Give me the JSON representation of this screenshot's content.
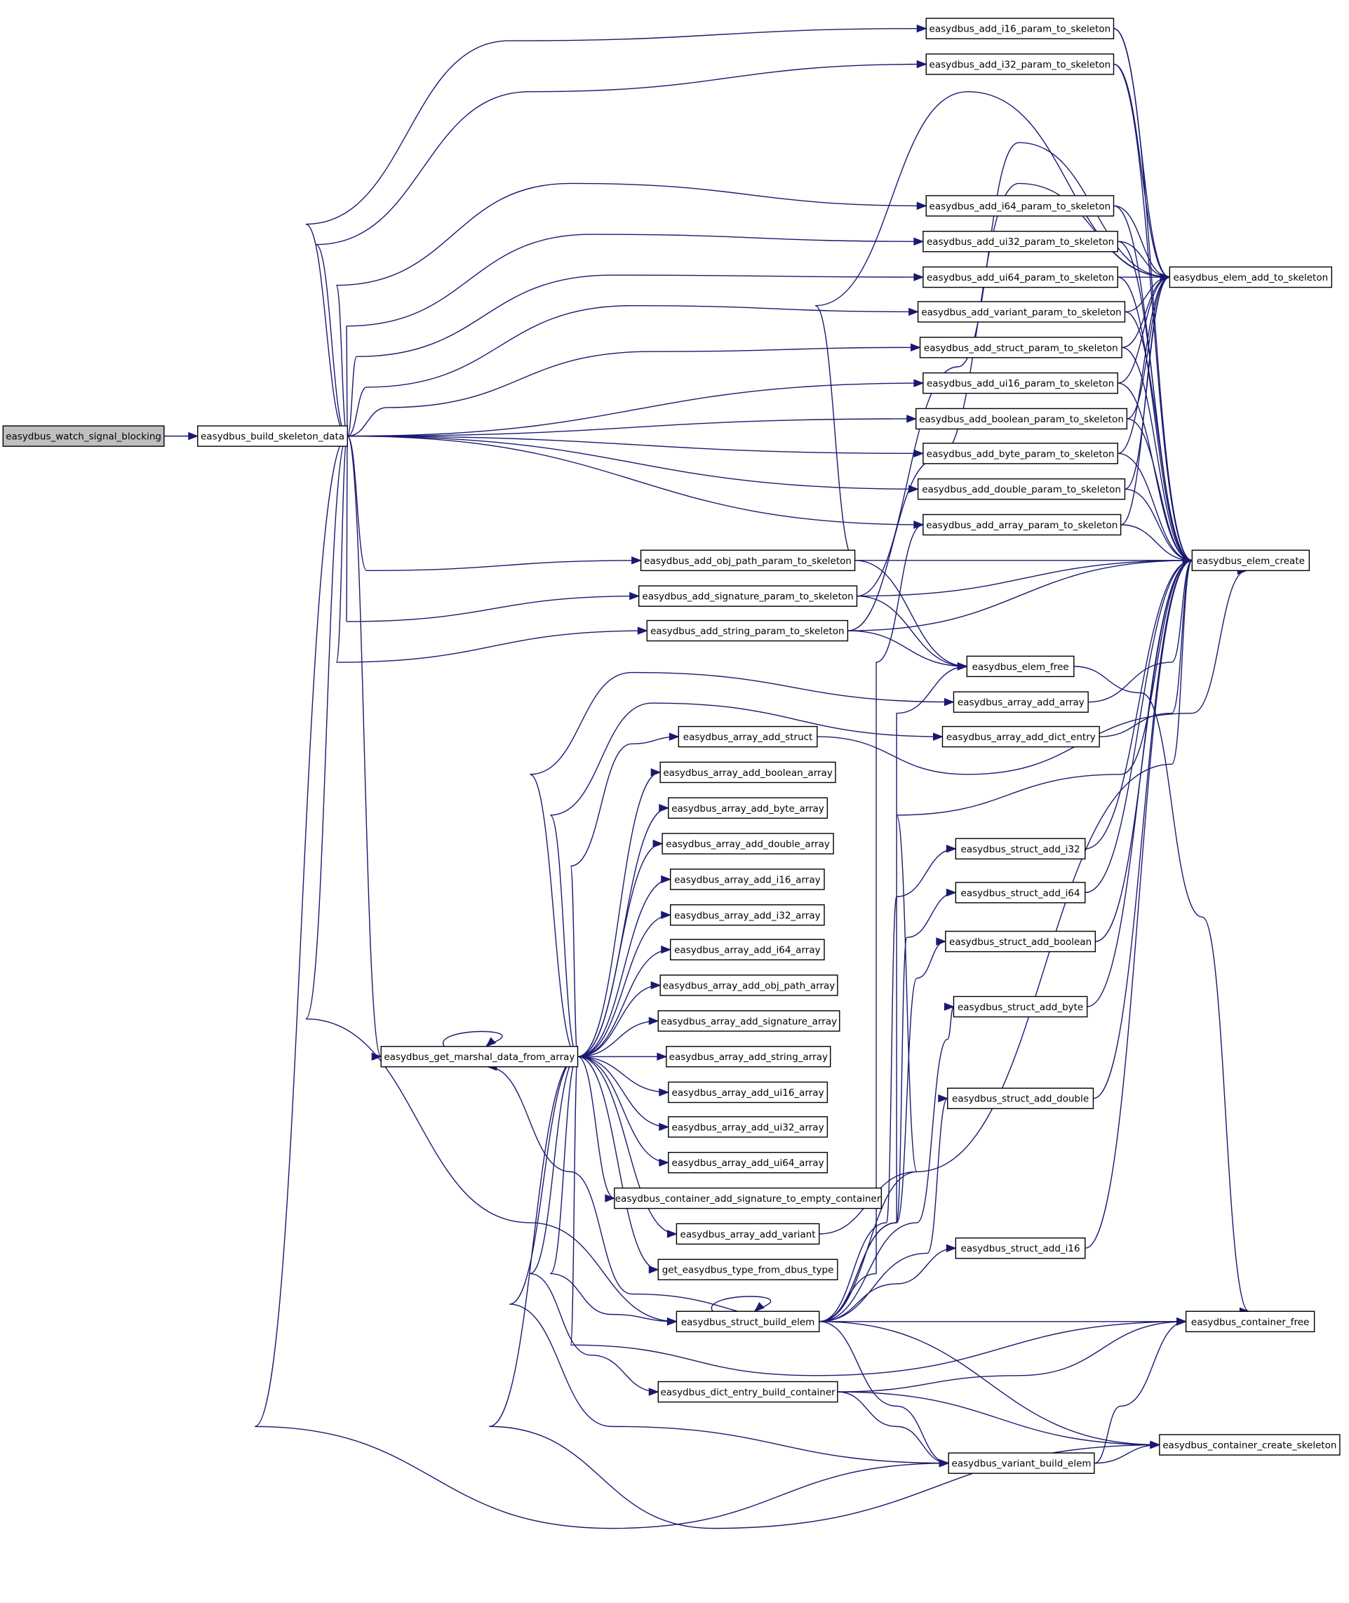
{
  "colors": {
    "edge": "#191970",
    "node_border": "#000000",
    "truncated_node_border": "#ff0000",
    "root_fill": "#bfbfbf",
    "node_fill": "#ffffff"
  },
  "nodes": [
    {
      "id": "root",
      "label": "easydbus_watch_signal_blocking",
      "style": "root"
    },
    {
      "id": "build",
      "label": "easydbus_build_skeleton_data",
      "style": "normal"
    },
    {
      "id": "i16p",
      "label": "easydbus_add_i16_param_to_skeleton",
      "style": "normal"
    },
    {
      "id": "i32p",
      "label": "easydbus_add_i32_param_to_skeleton",
      "style": "normal"
    },
    {
      "id": "i64p",
      "label": "easydbus_add_i64_param_to_skeleton",
      "style": "normal"
    },
    {
      "id": "ui32p",
      "label": "easydbus_add_ui32_param_to_skeleton",
      "style": "normal"
    },
    {
      "id": "ui64p",
      "label": "easydbus_add_ui64_param_to_skeleton",
      "style": "normal"
    },
    {
      "id": "varp",
      "label": "easydbus_add_variant_param_to_skeleton",
      "style": "normal"
    },
    {
      "id": "structp",
      "label": "easydbus_add_struct_param_to_skeleton",
      "style": "normal"
    },
    {
      "id": "ui16p",
      "label": "easydbus_add_ui16_param_to_skeleton",
      "style": "normal"
    },
    {
      "id": "boolp",
      "label": "easydbus_add_boolean_param_to_skeleton",
      "style": "normal"
    },
    {
      "id": "bytep",
      "label": "easydbus_add_byte_param_to_skeleton",
      "style": "normal"
    },
    {
      "id": "doublep",
      "label": "easydbus_add_double_param_to_skeleton",
      "style": "normal"
    },
    {
      "id": "arrayp",
      "label": "easydbus_add_array_param_to_skeleton",
      "style": "normal"
    },
    {
      "id": "objp",
      "label": "easydbus_add_obj_path_param_to_skeleton",
      "style": "normal"
    },
    {
      "id": "sigp",
      "label": "easydbus_add_signature_param_to_skeleton",
      "style": "normal"
    },
    {
      "id": "strp",
      "label": "easydbus_add_string_param_to_skeleton",
      "style": "normal"
    },
    {
      "id": "elemadd",
      "label": "easydbus_elem_add_to_skeleton",
      "style": "normal"
    },
    {
      "id": "elemcreate",
      "label": "easydbus_elem_create",
      "style": "normal"
    },
    {
      "id": "elemfree",
      "label": "easydbus_elem_free",
      "style": "normal"
    },
    {
      "id": "aaarray",
      "label": "easydbus_array_add_array",
      "style": "normal"
    },
    {
      "id": "aadict",
      "label": "easydbus_array_add_dict_entry",
      "style": "normal"
    },
    {
      "id": "aastruct",
      "label": "easydbus_array_add_struct",
      "style": "normal"
    },
    {
      "id": "aabool",
      "label": "easydbus_array_add_boolean_array",
      "style": "normal"
    },
    {
      "id": "aabyte",
      "label": "easydbus_array_add_byte_array",
      "style": "normal"
    },
    {
      "id": "aadouble",
      "label": "easydbus_array_add_double_array",
      "style": "normal"
    },
    {
      "id": "aai16",
      "label": "easydbus_array_add_i16_array",
      "style": "normal"
    },
    {
      "id": "aai32",
      "label": "easydbus_array_add_i32_array",
      "style": "normal"
    },
    {
      "id": "aai64",
      "label": "easydbus_array_add_i64_array",
      "style": "normal"
    },
    {
      "id": "aaobj",
      "label": "easydbus_array_add_obj_path_array",
      "style": "normal"
    },
    {
      "id": "aasig",
      "label": "easydbus_array_add_signature_array",
      "style": "normal"
    },
    {
      "id": "aastr",
      "label": "easydbus_array_add_string_array",
      "style": "normal"
    },
    {
      "id": "aaui16",
      "label": "easydbus_array_add_ui16_array",
      "style": "normal"
    },
    {
      "id": "aaui32",
      "label": "easydbus_array_add_ui32_array",
      "style": "normal"
    },
    {
      "id": "aaui64",
      "label": "easydbus_array_add_ui64_array",
      "style": "normal"
    },
    {
      "id": "contsig",
      "label": "easydbus_container_add_signature_to_empty_container",
      "style": "truncated"
    },
    {
      "id": "aavar",
      "label": "easydbus_array_add_variant",
      "style": "normal"
    },
    {
      "id": "gettype",
      "label": "get_easydbus_type_from_dbus_type",
      "style": "normal"
    },
    {
      "id": "marshal",
      "label": "easydbus_get_marshal_data_from_array",
      "style": "normal"
    },
    {
      "id": "structbuild",
      "label": "easydbus_struct_build_elem",
      "style": "truncated"
    },
    {
      "id": "dictbuild",
      "label": "easydbus_dict_entry_build_container",
      "style": "truncated"
    },
    {
      "id": "varbuild",
      "label": "easydbus_variant_build_elem",
      "style": "truncated"
    },
    {
      "id": "sai32",
      "label": "easydbus_struct_add_i32",
      "style": "normal"
    },
    {
      "id": "sai64",
      "label": "easydbus_struct_add_i64",
      "style": "normal"
    },
    {
      "id": "sabool",
      "label": "easydbus_struct_add_boolean",
      "style": "normal"
    },
    {
      "id": "sabyte",
      "label": "easydbus_struct_add_byte",
      "style": "normal"
    },
    {
      "id": "sadouble",
      "label": "easydbus_struct_add_double",
      "style": "normal"
    },
    {
      "id": "sai16",
      "label": "easydbus_struct_add_i16",
      "style": "normal"
    },
    {
      "id": "contfree",
      "label": "easydbus_container_free",
      "style": "truncated"
    },
    {
      "id": "contskel",
      "label": "easydbus_container_create_skeleton",
      "style": "normal"
    }
  ],
  "edges": [
    [
      "root",
      "build"
    ],
    [
      "build",
      "i16p"
    ],
    [
      "build",
      "i32p"
    ],
    [
      "build",
      "i64p"
    ],
    [
      "build",
      "ui32p"
    ],
    [
      "build",
      "ui64p"
    ],
    [
      "build",
      "varp"
    ],
    [
      "build",
      "structp"
    ],
    [
      "build",
      "ui16p"
    ],
    [
      "build",
      "boolp"
    ],
    [
      "build",
      "bytep"
    ],
    [
      "build",
      "doublep"
    ],
    [
      "build",
      "arrayp"
    ],
    [
      "build",
      "objp"
    ],
    [
      "build",
      "sigp"
    ],
    [
      "build",
      "strp"
    ],
    [
      "build",
      "marshal"
    ],
    [
      "build",
      "structbuild"
    ],
    [
      "build",
      "varbuild"
    ],
    [
      "i16p",
      "elemadd"
    ],
    [
      "i16p",
      "elemcreate"
    ],
    [
      "i32p",
      "elemadd"
    ],
    [
      "i32p",
      "elemcreate"
    ],
    [
      "i64p",
      "elemadd"
    ],
    [
      "i64p",
      "elemcreate"
    ],
    [
      "ui32p",
      "elemadd"
    ],
    [
      "ui32p",
      "elemcreate"
    ],
    [
      "ui64p",
      "elemadd"
    ],
    [
      "ui64p",
      "elemcreate"
    ],
    [
      "varp",
      "elemadd"
    ],
    [
      "varp",
      "elemcreate"
    ],
    [
      "structp",
      "elemadd"
    ],
    [
      "structp",
      "elemcreate"
    ],
    [
      "ui16p",
      "elemadd"
    ],
    [
      "ui16p",
      "elemcreate"
    ],
    [
      "boolp",
      "elemadd"
    ],
    [
      "boolp",
      "elemcreate"
    ],
    [
      "bytep",
      "elemadd"
    ],
    [
      "bytep",
      "elemcreate"
    ],
    [
      "doublep",
      "elemadd"
    ],
    [
      "doublep",
      "elemcreate"
    ],
    [
      "arrayp",
      "elemadd"
    ],
    [
      "arrayp",
      "elemcreate"
    ],
    [
      "objp",
      "elemadd"
    ],
    [
      "objp",
      "elemcreate"
    ],
    [
      "objp",
      "elemfree"
    ],
    [
      "sigp",
      "elemadd"
    ],
    [
      "sigp",
      "elemcreate"
    ],
    [
      "sigp",
      "elemfree"
    ],
    [
      "strp",
      "elemadd"
    ],
    [
      "strp",
      "elemcreate"
    ],
    [
      "strp",
      "elemfree"
    ],
    [
      "elemfree",
      "contfree"
    ],
    [
      "aaarray",
      "elemcreate"
    ],
    [
      "aadict",
      "elemcreate"
    ],
    [
      "aastruct",
      "elemcreate"
    ],
    [
      "marshal",
      "marshal"
    ],
    [
      "marshal",
      "aaarray"
    ],
    [
      "marshal",
      "aadict"
    ],
    [
      "marshal",
      "aastruct"
    ],
    [
      "marshal",
      "aabool"
    ],
    [
      "marshal",
      "aabyte"
    ],
    [
      "marshal",
      "aadouble"
    ],
    [
      "marshal",
      "aai16"
    ],
    [
      "marshal",
      "aai32"
    ],
    [
      "marshal",
      "aai64"
    ],
    [
      "marshal",
      "aaobj"
    ],
    [
      "marshal",
      "aasig"
    ],
    [
      "marshal",
      "aastr"
    ],
    [
      "marshal",
      "aaui16"
    ],
    [
      "marshal",
      "aaui32"
    ],
    [
      "marshal",
      "aaui64"
    ],
    [
      "marshal",
      "contsig"
    ],
    [
      "marshal",
      "aavar"
    ],
    [
      "marshal",
      "gettype"
    ],
    [
      "marshal",
      "structbuild"
    ],
    [
      "marshal",
      "dictbuild"
    ],
    [
      "marshal",
      "varbuild"
    ],
    [
      "marshal",
      "contfree"
    ],
    [
      "marshal",
      "contskel"
    ],
    [
      "aavar",
      "elemcreate"
    ],
    [
      "sai32",
      "elemcreate"
    ],
    [
      "sai64",
      "elemcreate"
    ],
    [
      "sabool",
      "elemcreate"
    ],
    [
      "sabyte",
      "elemcreate"
    ],
    [
      "sadouble",
      "elemcreate"
    ],
    [
      "sai16",
      "elemcreate"
    ],
    [
      "structbuild",
      "structbuild"
    ],
    [
      "structbuild",
      "marshal"
    ],
    [
      "structbuild",
      "arrayp"
    ],
    [
      "structbuild",
      "elemfree"
    ],
    [
      "structbuild",
      "elemcreate"
    ],
    [
      "structbuild",
      "sai32"
    ],
    [
      "structbuild",
      "sai64"
    ],
    [
      "structbuild",
      "sabool"
    ],
    [
      "structbuild",
      "sabyte"
    ],
    [
      "structbuild",
      "sadouble"
    ],
    [
      "structbuild",
      "sai16"
    ],
    [
      "structbuild",
      "contfree"
    ],
    [
      "structbuild",
      "contskel"
    ],
    [
      "structbuild",
      "varbuild"
    ],
    [
      "dictbuild",
      "contfree"
    ],
    [
      "dictbuild",
      "contskel"
    ],
    [
      "dictbuild",
      "varbuild"
    ],
    [
      "varbuild",
      "contfree"
    ],
    [
      "varbuild",
      "contskel"
    ]
  ]
}
